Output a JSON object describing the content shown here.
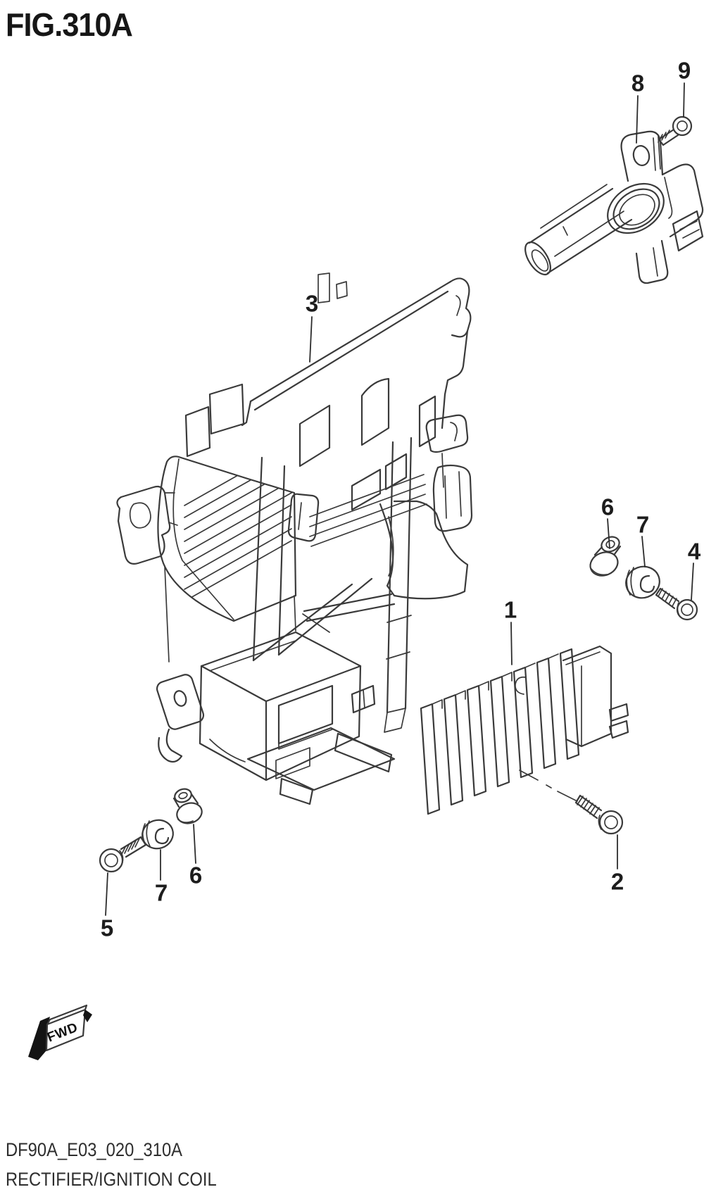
{
  "figure": {
    "id": "FIG.310A"
  },
  "callouts": {
    "rectifier": "1",
    "rectifier_bolt": "2",
    "bracket": "3",
    "bolt_right": "4",
    "bolt_left": "5",
    "collar_right": "6",
    "collar_left": "6",
    "grommet_right": "7",
    "grommet_left": "7",
    "coil_tab": "8",
    "coil_bolt": "9"
  },
  "direction_marker": {
    "label": "FWD"
  },
  "footer": {
    "drawing_code": "DF90A_E03_020_310A",
    "figure_title": "RECTIFIER/IGNITION COIL"
  }
}
